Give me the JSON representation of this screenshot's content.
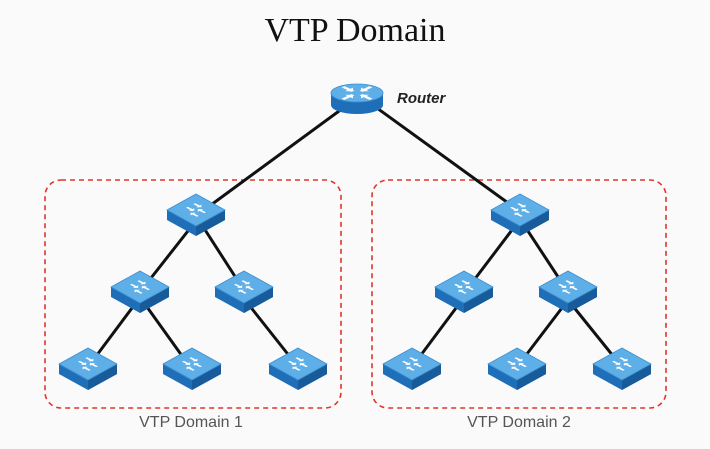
{
  "title": "VTP Domain",
  "router": {
    "label": "Router",
    "icon": "router-icon"
  },
  "domains": [
    {
      "label": "VTP Domain 1",
      "switch_count": 6
    },
    {
      "label": "VTP Domain 2",
      "switch_count": 6
    }
  ],
  "colors": {
    "device_top": "#5eaee8",
    "device_side": "#1f6fb8",
    "link": "#111111",
    "domain_border": "#e0352b"
  }
}
